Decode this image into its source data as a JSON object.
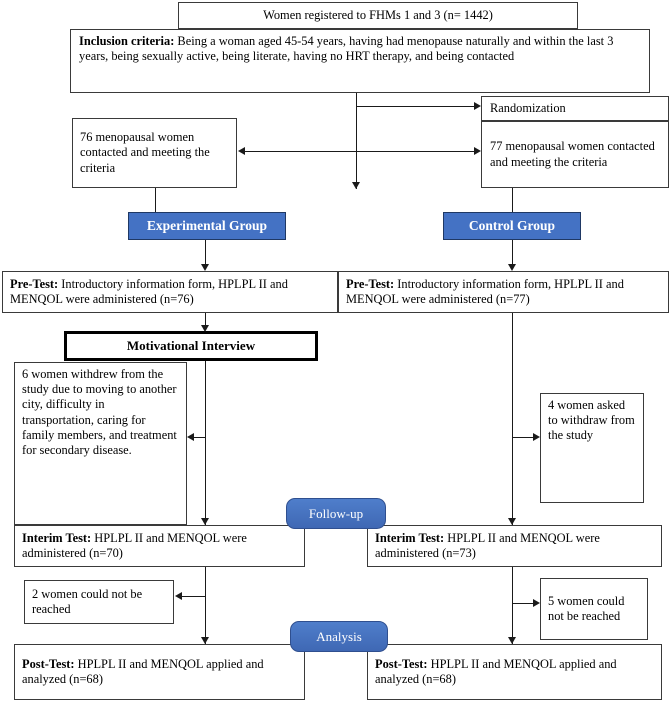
{
  "diagram": {
    "title_box": "Women registered to FHMs 1 and 3 (n= 1442)",
    "inclusion": {
      "label": "Inclusion criteria:",
      "text": " Being a woman aged 45-54 years, having had menopause naturally and within the last 3 years, being sexually active, being literate, having no HRT therapy, and being contacted"
    },
    "randomization": "Randomization",
    "left_eligible": "76 menopausal women contacted and meeting the criteria",
    "right_eligible": "77 menopausal women contacted and meeting the criteria",
    "experimental_group": "Experimental Group",
    "control_group": "Control Group",
    "pretest_left": {
      "label": "Pre-Test:",
      "text": " Introductory information form, HPLPL II and MENQOL were administered (n=76)"
    },
    "pretest_right": {
      "label": "Pre-Test:",
      "text": " Introductory information form, HPLPL II and MENQOL were administered (n=77)"
    },
    "motivational_interview": "Motivational Interview",
    "withdrew_left": "6 women withdrew from the study due to moving to another city, difficulty in transportation, caring for family members, and treatment for secondary disease.",
    "withdrew_right": "4 women asked to withdraw from the study",
    "followup_badge": "Follow-up",
    "interim_left": {
      "label": "Interim Test:",
      "text": " HPLPL II and MENQOL were administered (n=70)"
    },
    "interim_right": {
      "label": "Interim Test:",
      "text": " HPLPL II and MENQOL were administered (n=73)"
    },
    "unreached_left": "2 women could not be reached",
    "unreached_right": "5 women could not be reached",
    "analysis_badge": "Analysis",
    "posttest_left": {
      "label": "Post-Test:",
      "text": " HPLPL II and MENQOL applied and analyzed (n=68)"
    },
    "posttest_right": {
      "label": "Post-Test:",
      "text": " HPLPL II and MENQOL applied and analyzed (n=68)"
    },
    "colors": {
      "badge_blue": "#4472C4",
      "badge_border": "#1f3864",
      "line": "#1a1a1a",
      "box_border": "#3a3a3a"
    }
  }
}
